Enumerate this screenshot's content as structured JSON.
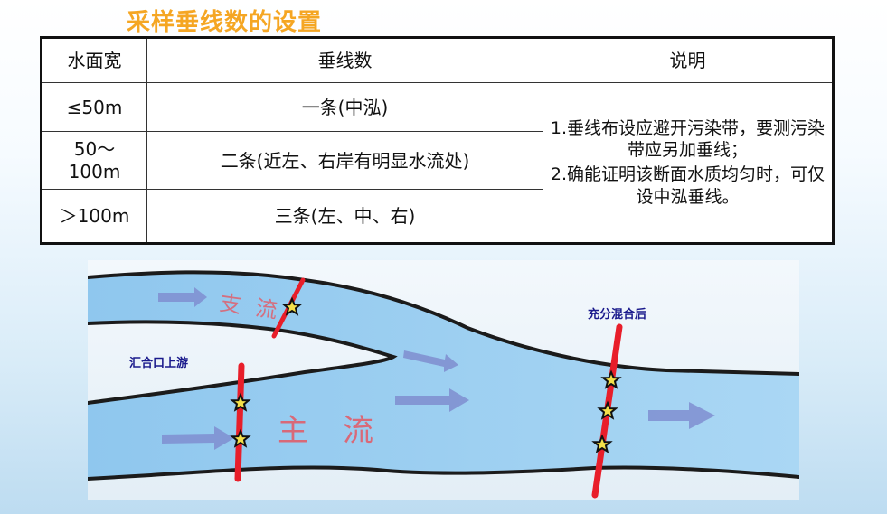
{
  "title": "采样垂线数的设置",
  "table": {
    "headers": [
      "水面宽",
      "垂线数",
      "说明"
    ],
    "rows": [
      {
        "width": "≤50m",
        "count": "一条(中泓)"
      },
      {
        "width": "50～100m",
        "count": "二条(近左、右岸有明显水流处)"
      },
      {
        "width": "＞100m",
        "count": "三条(左、中、右)"
      }
    ],
    "note": [
      "1.垂线布设应避开污染带，要测污染带应另加垂线；",
      "2.确能证明该断面水质均匀时，可仅设中泓垂线。"
    ]
  },
  "diagram": {
    "tributary_label": "支流",
    "main_label": "主流",
    "upstream_label": "汇合口上游",
    "mixed_label": "充分混合后",
    "colors": {
      "river": "#9ccdef",
      "bank": "#eef5fa",
      "arrow": "#7f8ed0",
      "section_line": "#e81e2a",
      "label": "#1a1a8c"
    }
  }
}
